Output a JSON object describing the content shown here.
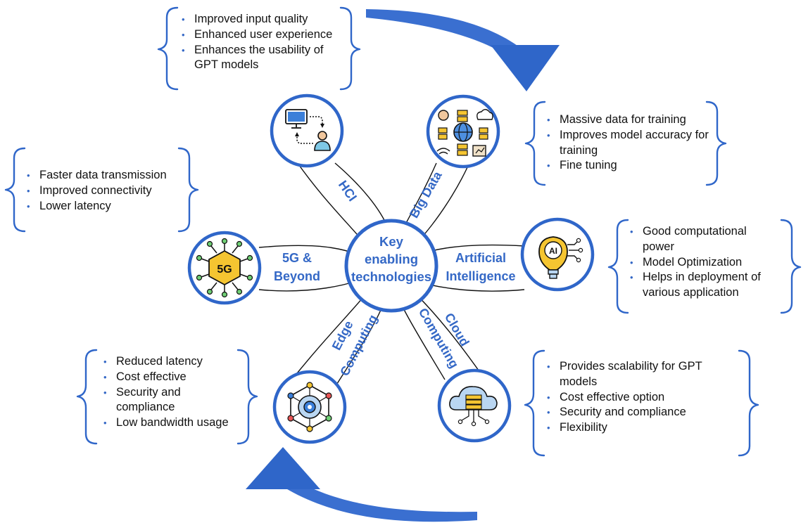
{
  "center": {
    "lines": [
      "Key",
      "enabling",
      "technologies"
    ]
  },
  "technologies": [
    {
      "id": "hci",
      "label": "HCI",
      "icon": "computer-user-icon"
    },
    {
      "id": "big-data",
      "label": "Big Data",
      "icon": "big-data-network-icon"
    },
    {
      "id": "ai",
      "label_lines": [
        "Artificial",
        "Intelligence"
      ],
      "icon": "ai-lightbulb-icon"
    },
    {
      "id": "cloud",
      "label_lines": [
        "Cloud",
        "Computing"
      ],
      "icon": "cloud-server-icon"
    },
    {
      "id": "edge",
      "label_lines": [
        "Edge",
        "Computing"
      ],
      "icon": "edge-network-gear-icon"
    },
    {
      "id": "5g",
      "label_lines": [
        "5G &",
        "Beyond"
      ],
      "icon_text": "5G",
      "icon": "5g-chip-icon"
    }
  ],
  "benefits": {
    "hci": [
      "Improved input quality",
      "Enhanced user experience",
      "Enhances the usability of GPT models"
    ],
    "big_data": [
      "Massive data for training",
      "Improves model accuracy for training",
      "Fine tuning"
    ],
    "ai": [
      "Good computational power",
      "Model Optimization",
      "Helps in deployment of various application"
    ],
    "cloud": [
      "Provides scalability for GPT models",
      "Cost effective option",
      "Security and compliance",
      "Flexibility"
    ],
    "edge": [
      "Reduced latency",
      "Cost effective",
      "Security and compliance",
      "Low bandwidth usage"
    ],
    "5g": [
      "Faster data transmission",
      "Improved connectivity",
      "Lower latency"
    ]
  },
  "colors": {
    "accent": "#2f66c9",
    "label": "#3468c6",
    "chip": "#f5c531",
    "text": "#111111"
  }
}
